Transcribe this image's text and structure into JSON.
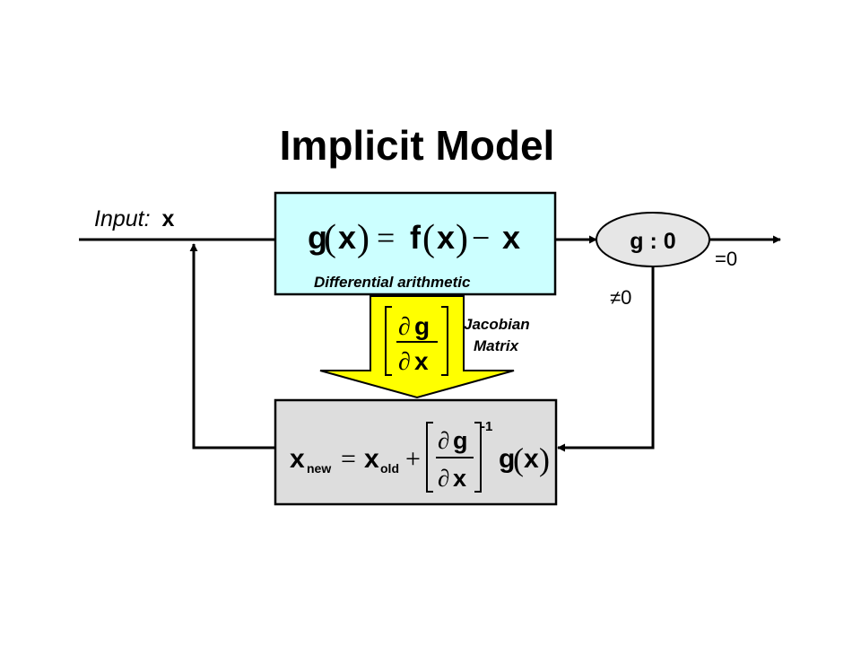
{
  "title": "Implicit Model",
  "input": {
    "label": "Input:",
    "var": "x"
  },
  "top_box": {
    "lhs_func": "g",
    "lhs_arg": "x",
    "equals": "=",
    "f_func": "f",
    "f_arg": "x",
    "minus": "−",
    "tail": "x",
    "caption": "Differential arithmetic",
    "fill": "#ccffff"
  },
  "jacobian": {
    "partial": "∂",
    "num": "g",
    "den": "x",
    "label_line1": "Jacobian",
    "label_line2": "Matrix",
    "arrow_fill": "#ffff00"
  },
  "decision": {
    "label": "g : 0",
    "eq_zero": "=0",
    "neq_zero": "≠0",
    "fill": "#e6e6e6"
  },
  "bottom_box": {
    "x": "x",
    "new_sub": "new",
    "equals": "=",
    "old_sub": "old",
    "plus": "+",
    "partial": "∂",
    "num": "g",
    "den": "x",
    "exponent": "-1",
    "g_func": "g",
    "g_arg": "x",
    "fill": "#dddddd"
  }
}
